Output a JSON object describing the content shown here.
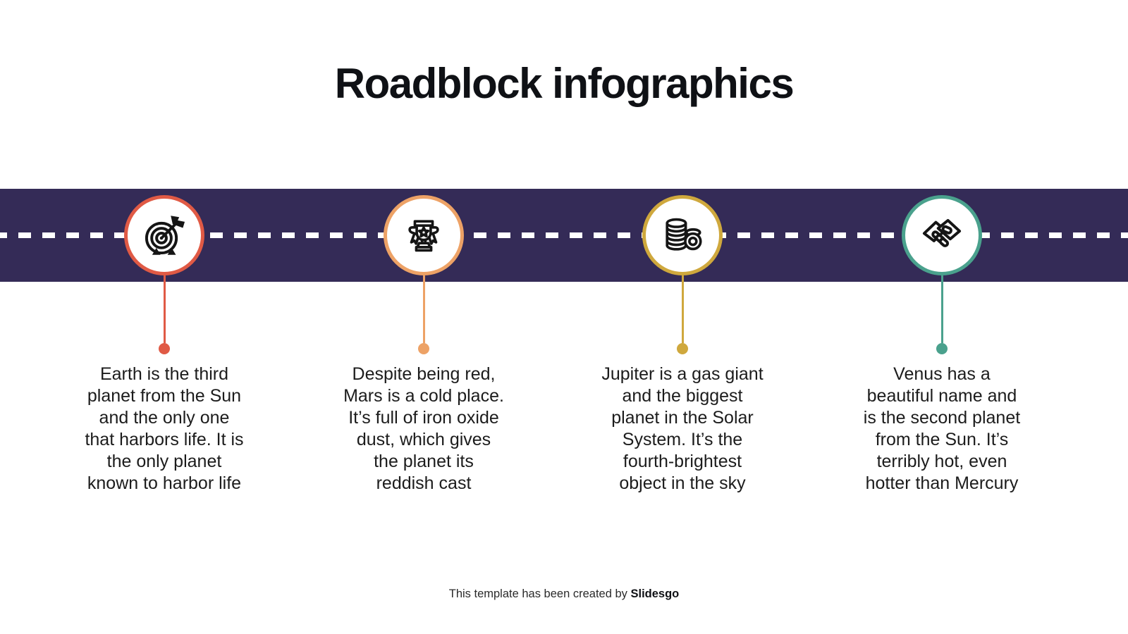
{
  "slide": {
    "title": "Roadblock infographics"
  },
  "road": {
    "band_color": "#342b57",
    "dash_color": "#ffffff"
  },
  "milestones": [
    {
      "name": "goal",
      "icon": "target-arrow-icon",
      "color": "#e05a45",
      "text": "Earth is the third\nplanet from the Sun\nand the only one\nthat harbors life. It is\nthe only planet\nknown to harbor life"
    },
    {
      "name": "achievement",
      "icon": "trophy-icon",
      "color": "#eda266",
      "text": "Despite being red,\nMars is a cold place.\nIt’s full of iron oxide\ndust, which gives\nthe planet its\nreddish cast"
    },
    {
      "name": "money",
      "icon": "coins-icon",
      "color": "#cfa83d",
      "text": "Jupiter is a gas giant\nand the biggest\nplanet in the Solar\nSystem. It’s the\nfourth-brightest\nobject in the sky"
    },
    {
      "name": "partnership",
      "icon": "handshake-icon",
      "color": "#4aa18d",
      "text": "Venus has a\nbeautiful name and\nis the second planet\nfrom the Sun. It’s\nterribly hot, even\nhotter than Mercury"
    }
  ],
  "footer": {
    "prefix": "This template has been created by ",
    "brand": "Slidesgo"
  }
}
